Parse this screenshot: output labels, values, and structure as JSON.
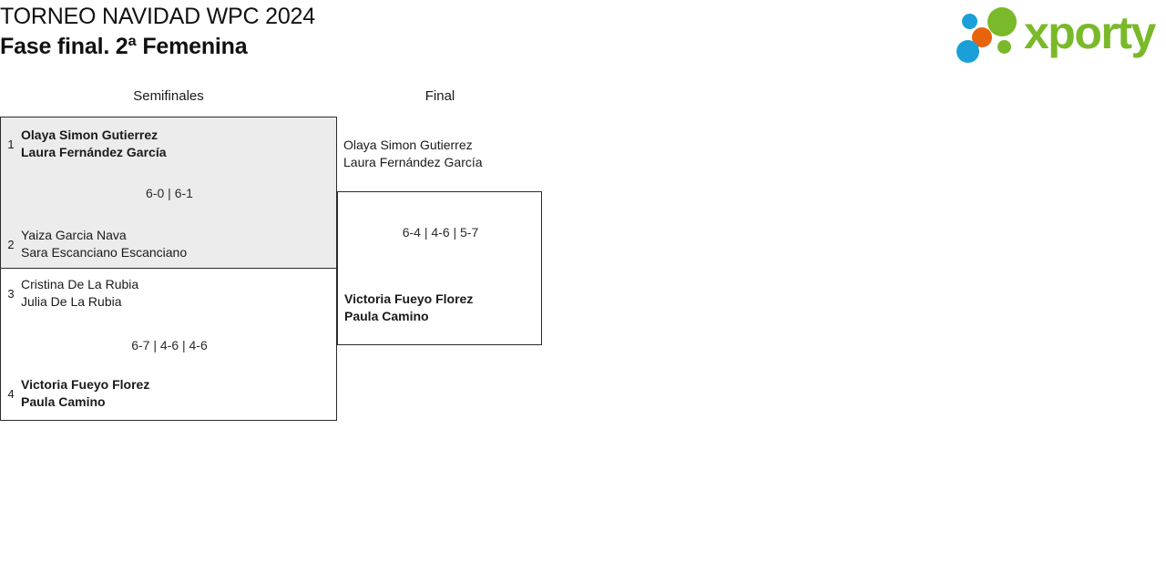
{
  "header": {
    "title_line1": "TORNEO NAVIDAD WPC 2024",
    "title_line2": "Fase final. 2ª Femenina",
    "logo": {
      "wordmark": "xporty",
      "green": "#7ab929",
      "blue": "#1b9fd8",
      "orange": "#e8640c"
    }
  },
  "bracket": {
    "rounds": [
      {
        "label": "Semifinales"
      },
      {
        "label": "Final"
      }
    ],
    "semifinals": [
      {
        "highlighted": true,
        "top": {
          "seed": "1",
          "player1": "Olaya Simon Gutierrez",
          "player2": "Laura Fernández García",
          "winner": true
        },
        "bottom": {
          "seed": "2",
          "player1": "Yaiza Garcia Nava",
          "player2": "Sara Escanciano Escanciano",
          "winner": false
        },
        "score": "6-0 | 6-1"
      },
      {
        "highlighted": false,
        "top": {
          "seed": "3",
          "player1": "Cristina De La Rubia",
          "player2": "Julia De La Rubia",
          "winner": false
        },
        "bottom": {
          "seed": "4",
          "player1": "Victoria Fueyo Florez",
          "player2": "Paula Camino",
          "winner": true
        },
        "score": "6-7 | 4-6 | 4-6"
      }
    ],
    "final": {
      "top": {
        "player1": "Olaya Simon Gutierrez",
        "player2": "Laura Fernández García",
        "winner": false
      },
      "bottom": {
        "player1": "Victoria Fueyo Florez",
        "player2": "Paula Camino",
        "winner": true
      },
      "score": "6-4 | 4-6 | 5-7"
    }
  }
}
